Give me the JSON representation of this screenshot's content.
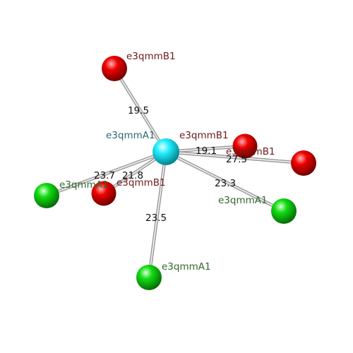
{
  "colors": {
    "center_atom": "#00e5f0",
    "red_atom": "#ee0000",
    "green_atom": "#11dd11",
    "center_label": "#2a6a72",
    "red_label": "#6e1a1a",
    "green_label": "#2f6a2f",
    "distance_label": "#111111"
  },
  "center": {
    "label": "e3qmmA1",
    "color": "center_atom"
  },
  "neighbors": [
    {
      "id": "n1",
      "label": "e3qmmB1",
      "color": "red_atom",
      "distance": "19.5"
    },
    {
      "id": "n2",
      "label": "e3qmmB1",
      "color": "red_atom",
      "distance": "19.1"
    },
    {
      "id": "n3",
      "label": "e3qmmB1",
      "color": "red_atom",
      "distance": "27.5"
    },
    {
      "id": "n4",
      "label": "e3qmmB1",
      "color": "red_atom",
      "distance": "21.8"
    },
    {
      "id": "n5",
      "label": "e3qmmA1",
      "color": "green_atom",
      "distance": "23.7"
    },
    {
      "id": "n6",
      "label": "e3qmmA1",
      "color": "green_atom",
      "distance": "23.3"
    },
    {
      "id": "n7",
      "label": "e3qmmA1",
      "color": "green_atom",
      "distance": "23.5"
    }
  ]
}
